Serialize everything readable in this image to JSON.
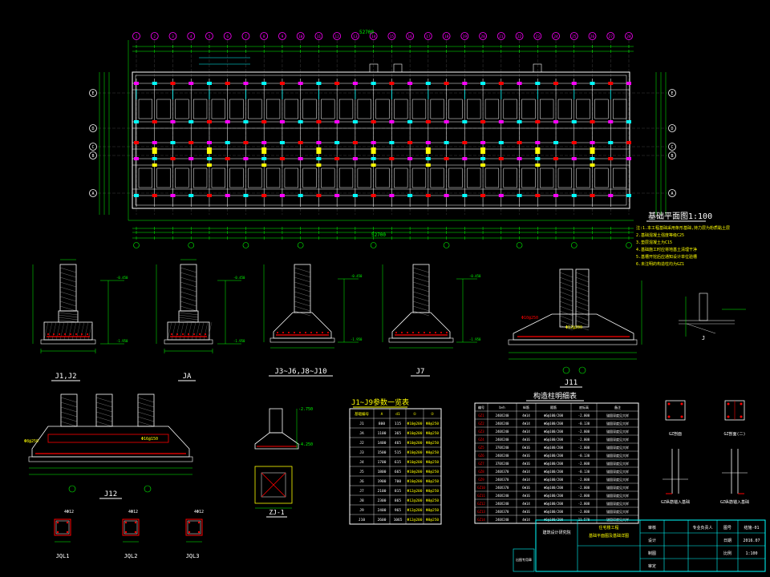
{
  "plan": {
    "title": "基础平面图1:100",
    "axis_numbers": [
      "1",
      "2",
      "3",
      "4",
      "5",
      "6",
      "7",
      "8",
      "9",
      "10",
      "11",
      "12",
      "13",
      "14",
      "15",
      "16",
      "17",
      "18",
      "19",
      "20",
      "21",
      "22",
      "23",
      "24",
      "25",
      "26",
      "27",
      "28"
    ],
    "axis_letters": [
      "E",
      "D",
      "C",
      "B",
      "A"
    ],
    "total_dim": "52700",
    "notes": [
      "注:1.本工程基础采用条形基础,持力层为粉质黏土层",
      "2.基础混凝土强度等级C25",
      "3.垫层混凝土为C15",
      "4.基础施工时应将地基土清理干净",
      "5.基槽开挖后应通知设计单位验槽",
      "6.未注明的构造柱均为GZ1"
    ]
  },
  "details": {
    "j1j2": "J1,J2",
    "ja": "JA",
    "j3j10": "J3~J6,J8~J10",
    "j7": "J7",
    "j11": "J11",
    "j12": "J12",
    "zj1": "ZJ-1",
    "jql1": "JQL1",
    "jql2": "JQL2",
    "jql3": "JQL3",
    "section_j": "J",
    "gz_a": "GZ剖面",
    "gz_b": "GZ剖面(二)",
    "gz_c": "GZ纵筋锚入基础",
    "gz_d": "GZ纵筋锚入基础",
    "elev_top": "-0.450",
    "elev_bot": "-1.950",
    "elev_zj_top": "-2.750",
    "elev_zj_bot": "-4.250",
    "zj_label": "ZJ-1",
    "rebar_j11": "Φ10@250",
    "rebar_j11b": "Φ12@200",
    "rebar_j12": "Φ8@250",
    "rebar_j12b": "Φ16@150",
    "jql_rebar": "4Φ12"
  },
  "footing_table": {
    "title": "J1~J9参数一览表",
    "headers": [
      "基础编号",
      "A",
      "d1",
      "①",
      "②"
    ],
    "rows": [
      [
        "J1",
        "800",
        "115",
        "Φ10@200",
        "Φ8@250"
      ],
      [
        "JA",
        "1100",
        "365",
        "Φ10@200",
        "Φ8@250"
      ],
      [
        "J2",
        "1400",
        "465",
        "Φ10@200",
        "Φ8@250"
      ],
      [
        "J3",
        "1500",
        "515",
        "Φ10@200",
        "Φ8@250"
      ],
      [
        "J4",
        "1700",
        "615",
        "Φ10@200",
        "Φ8@250"
      ],
      [
        "J5",
        "1800",
        "665",
        "Φ10@200",
        "Φ8@250"
      ],
      [
        "J6",
        "1900",
        "700",
        "Φ10@200",
        "Φ8@250"
      ],
      [
        "J7",
        "2100",
        "815",
        "Φ12@200",
        "Φ8@250"
      ],
      [
        "J8",
        "2300",
        "865",
        "Φ12@200",
        "Φ8@250"
      ],
      [
        "J9",
        "2400",
        "965",
        "Φ12@200",
        "Φ8@250"
      ],
      [
        "J10",
        "2600",
        "1065",
        "Φ12@200",
        "Φ8@250"
      ]
    ]
  },
  "column_table": {
    "title": "构造柱明细表",
    "headers": [
      "编号",
      "b×h",
      "纵筋",
      "箍筋",
      "底标高",
      "备注"
    ],
    "rows": [
      [
        "GZ1",
        "240X240",
        "4Φ14",
        "Φ6@100/200",
        "-2.000",
        "锚固深度见大样"
      ],
      [
        "GZ2",
        "240X240",
        "4Φ14",
        "Φ6@100/200",
        "-0.130",
        "锚固深度见大样"
      ],
      [
        "GZ3",
        "240X240",
        "4Φ14",
        "Φ6@100/200",
        "-2.000",
        "锚固深度见大样"
      ],
      [
        "GZ4",
        "240X240",
        "4Φ16",
        "Φ6@100/200",
        "-2.000",
        "锚固深度见大样"
      ],
      [
        "GZ5",
        "370X240",
        "6Φ16",
        "Φ6@100/200",
        "-2.000",
        "锚固深度见大样"
      ],
      [
        "GZ6",
        "240X240",
        "4Φ16",
        "Φ6@100/200",
        "-0.130",
        "锚固深度见大样"
      ],
      [
        "GZ7",
        "370X240",
        "4Φ16",
        "Φ6@100/200",
        "-2.000",
        "锚固深度见大样"
      ],
      [
        "GZ8",
        "240X370",
        "4Φ14",
        "Φ6@100/200",
        "-0.130",
        "锚固深度见大样"
      ],
      [
        "GZ9",
        "240X370",
        "4Φ14",
        "Φ6@100/200",
        "-2.000",
        "锚固深度见大样"
      ],
      [
        "GZ10",
        "240X370",
        "6Φ16",
        "Φ6@100/200",
        "-2.000",
        "锚固深度见大样"
      ],
      [
        "GZ11",
        "240X240",
        "4Φ16",
        "Φ6@100/200",
        "-2.000",
        "锚固深度见大样"
      ],
      [
        "GZ12",
        "240X240",
        "4Φ14",
        "Φ6@100/200",
        "-2.000",
        "锚固深度见大样"
      ],
      [
        "GZ13",
        "240X370",
        "4Φ16",
        "Φ6@100/200",
        "-2.000",
        "锚固深度见大样"
      ],
      [
        "GZ14",
        "240X240",
        "4Φ14",
        "Φ6@100/200",
        "11.570",
        "锚固深度见大样"
      ]
    ]
  },
  "title_block": {
    "project": "住宅楼工程",
    "drawing": "基础平面图及基础详图",
    "check": "审核",
    "design": "设计",
    "draw": "制图",
    "chief": "专业负责人",
    "number_label": "图号",
    "number": "结施-01",
    "date_label": "日期",
    "date": "2016.07",
    "scale_label": "比例",
    "scale": "1:100",
    "reviewer_label": "审定",
    "company": "建筑设计研究院",
    "stamp": "出图专用章"
  },
  "colors": {
    "axis": "#ff00ff",
    "wall": "#ffffff",
    "dim": "#00ff00",
    "text": "#ffff00",
    "rebar": "#ff0000",
    "beam": "#00ffff",
    "table_border": "#00ffff"
  }
}
